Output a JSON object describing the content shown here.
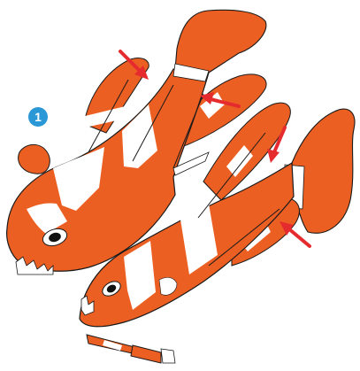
{
  "step_badge": {
    "number": "1",
    "fill_color": "#2a97d6",
    "text_color": "#ffffff"
  },
  "colors": {
    "body_orange": "#ec5f22",
    "stripe_white": "#ffffff",
    "outline": "#1a1a1a",
    "arrow_red": "#e62b2f",
    "eye": "#111111"
  },
  "illustration": {
    "subject": "clownfish-papercraft",
    "fish_count": 2,
    "arrow_count": 4,
    "arrow_icon": "red-arrow-icon"
  }
}
